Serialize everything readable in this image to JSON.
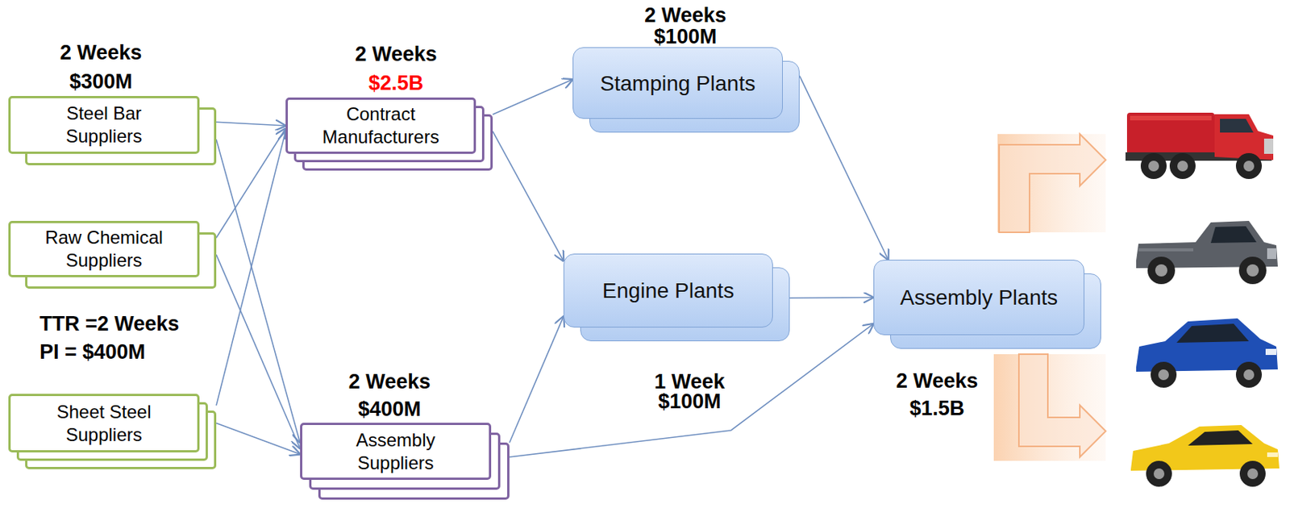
{
  "diagram": {
    "nodes": [
      {
        "text": [
          "2 Weeks",
          "$300M",
          "Steel Bar Suppliers"
        ]
      },
      {
        "text": [
          "Raw Chemical Suppliers"
        ]
      },
      {
        "text": [
          "Sheet Steel Suppliers"
        ]
      },
      {
        "text": [
          "2 Weeks",
          "$2.5B",
          "Contract Manufacturers"
        ]
      },
      {
        "text": [
          "2 Weeks",
          "$400M",
          "Assembly Suppliers"
        ]
      },
      {
        "text": [
          "2 Weeks",
          "$100M",
          "Stamping Plants"
        ]
      },
      {
        "text": [
          "Engine Plants",
          "1 Week",
          "$100M"
        ]
      },
      {
        "text": [
          "Assembly Plants",
          "2 Weeks",
          "$1.5B"
        ]
      }
    ],
    "edges": [
      {
        "from": 0,
        "to": 3,
        "arrow": "to"
      },
      {
        "from": 0,
        "to": 4,
        "arrow": "to"
      },
      {
        "from": 1,
        "to": 3,
        "arrow": "to"
      },
      {
        "from": 1,
        "to": 4,
        "arrow": "to"
      },
      {
        "from": 2,
        "to": 3,
        "arrow": "to"
      },
      {
        "from": 2,
        "to": 4,
        "arrow": "to"
      },
      {
        "from": 3,
        "to": 5,
        "arrow": "to"
      },
      {
        "from": 3,
        "to": 6,
        "arrow": "to"
      },
      {
        "from": 4,
        "to": 6,
        "arrow": "to"
      },
      {
        "from": 4,
        "to": 7,
        "arrow": "to"
      },
      {
        "from": 5,
        "to": 7,
        "arrow": "to"
      },
      {
        "from": 6,
        "to": 7,
        "arrow": "to"
      }
    ],
    "labels": [
      "TTR =2 Weeks",
      "PI = $400M"
    ]
  }
}
